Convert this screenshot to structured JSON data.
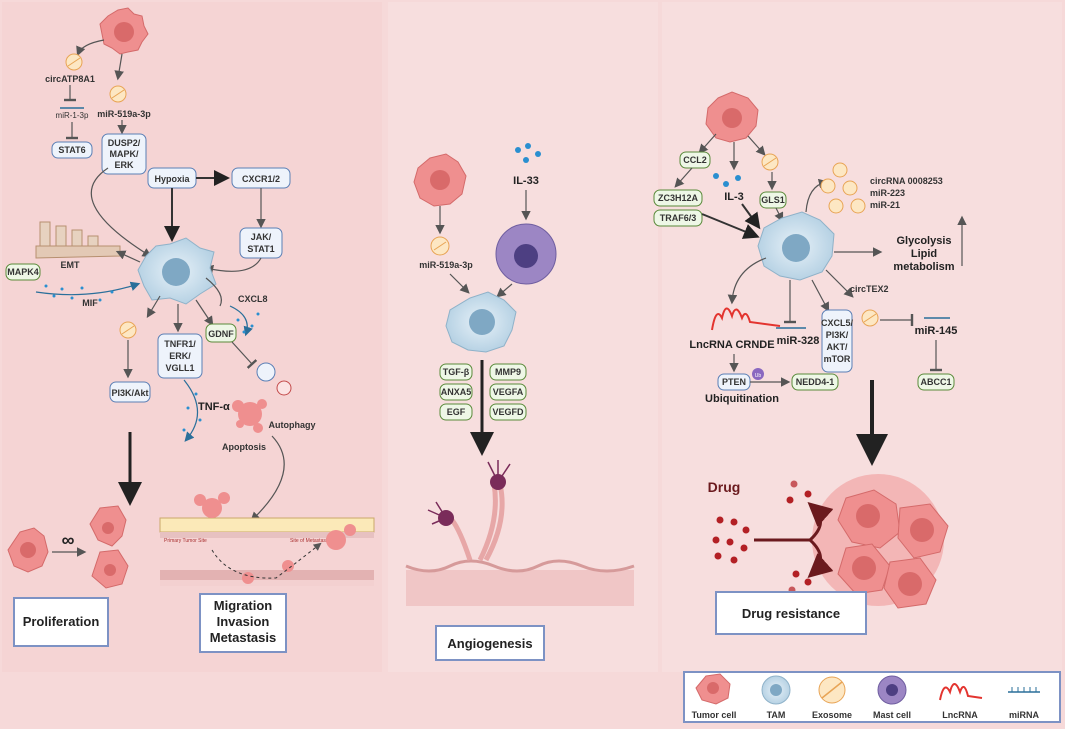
{
  "left": {
    "circATP8A1": "circATP8A1",
    "mir_1_3p": "miR-1-3p",
    "stat6": "STAT6",
    "mir_519a_3p": "miR-519a-3p",
    "dusp2": [
      "DUSP2/",
      "MAPK/",
      "ERK"
    ],
    "hypoxia": "Hypoxia",
    "cxcr12": "CXCR1/2",
    "jak_stat1": [
      "JAK/",
      "STAT1"
    ],
    "emt": "EMT",
    "mapk4": "MAPK4",
    "mif": "MIF",
    "cxcl8": "CXCL8",
    "tnfr1": [
      "TNFR1/",
      "ERK/",
      "VGLL1"
    ],
    "gdnf": "GDNF",
    "pi3k": "PI3K/Akt",
    "tnfa": "TNF-α",
    "apoptosis": "Apoptosis",
    "autophagy": "Autophagy",
    "infinity": "∞",
    "primary_site": "Primary Tumor Site",
    "met_site": "Site of Metastasis",
    "proliferation": "Proliferation",
    "migration": [
      "Migration",
      "Invasion",
      "Metastasis"
    ]
  },
  "middle": {
    "il33": "IL-33",
    "mir_519a_3p": "miR-519a-3p",
    "factors_left": [
      "TGF-β",
      "ANXA5",
      "EGF"
    ],
    "factors_right": [
      "MMP9",
      "VEGFA",
      "VEGFD"
    ],
    "angiogenesis": "Angiogenesis"
  },
  "right": {
    "ccl2": "CCL2",
    "zc3h12a": "ZC3H12A",
    "traf6": "TRAF6/3",
    "il3": "IL-3",
    "gls1": "GLS1",
    "circrna": [
      "circRNA 0008253",
      "miR-223",
      "miR-21"
    ],
    "glycolysis": [
      "Glycolysis",
      "Lipid",
      "metabolism"
    ],
    "lncrna": "LncRNA CRNDE",
    "mir328": "miR-328",
    "cxcl5": [
      "CXCL5/",
      "PI3K/",
      "AKT/",
      "mTOR"
    ],
    "circtex2": "circTEX2",
    "mir145": "miR-145",
    "abcc1": "ABCC1",
    "pten": "PTEN",
    "ub": "Ub",
    "nedd4": "NEDD4-1",
    "ubiquitination": "Ubiquitination",
    "drug": "Drug",
    "drug_resistance": "Drug resistance"
  },
  "legend": {
    "items": [
      "Tumor cell",
      "TAM",
      "Exosome",
      "Mast  cell",
      "LncRNA",
      "miRNA"
    ]
  },
  "colors": {
    "background": "#f6d9d9",
    "tumor": "#ef8f8f",
    "tam": "#c6dcea",
    "mast": "#9c86c4",
    "dot": "#2a8fd0",
    "drug": "#b32025",
    "frame": "#7d92c4"
  }
}
